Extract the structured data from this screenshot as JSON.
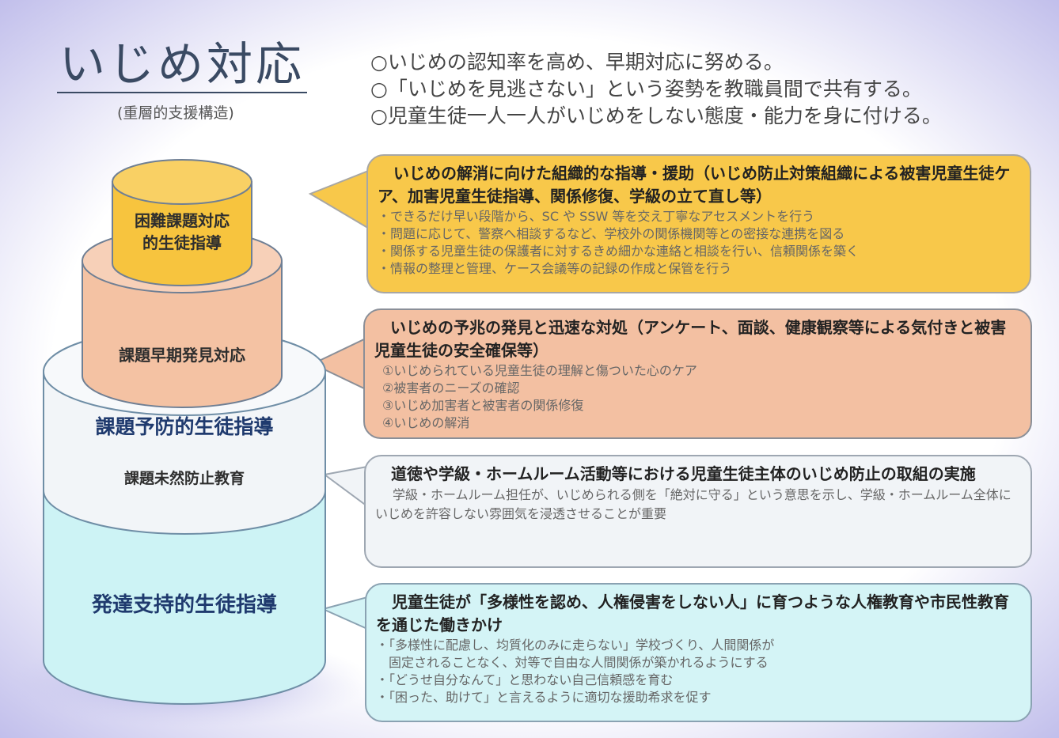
{
  "header": {
    "title": "いじめ対応",
    "subtitle": "(重層的支援構造)",
    "goals": [
      "○いじめの認知率を高め、早期対応に努める。",
      "○「いじめを見逃さない」という姿勢を教職員間で共有する。",
      "○児童生徒一人一人がいじめをしない態度・能力を身に付ける。"
    ]
  },
  "tiers": {
    "top": {
      "label_line1": "困難課題対応",
      "label_line2": "的生徒指導",
      "color": "#f7c43e"
    },
    "second": {
      "label": "課題早期発見対応",
      "color": "#f4c2a3"
    },
    "third": {
      "label": "課題予防的生徒指導",
      "sub_label": "課題未然防止教育",
      "color": "#f2f5f8"
    },
    "base": {
      "label": "発達支持的生徒指導",
      "color": "#cdf3f5"
    }
  },
  "boxes": [
    {
      "head": "いじめの解消に向けた組織的な指導・援助（いじめ防止対策組織による被害児童生徒ケア、加害児童生徒指導、関係修復、学級の立て直し等）",
      "items": [
        "・できるだけ早い段階から、SC や SSW 等を交え丁寧なアセスメントを行う",
        "・問題に応じて、警察へ相談するなど、学校外の関係機関等との密接な連携を図る",
        "・関係する児童生徒の保護者に対するきめ細かな連絡と相談を行い、信頼関係を築く",
        "・情報の整理と管理、ケース会議等の記録の作成と保管を行う"
      ]
    },
    {
      "head": "いじめの予兆の発見と迅速な対処（アンケート、面談、健康観察等による気付きと被害児童生徒の安全確保等）",
      "items": [
        "①いじめられている児童生徒の理解と傷ついた心のケア",
        "②被害者のニーズの確認",
        "③いじめ加害者と被害者の関係修復",
        "④いじめの解消"
      ]
    },
    {
      "head": "道徳や学級・ホームルーム活動等における児童生徒主体のいじめ防止の取組の実施",
      "body": "学級・ホームルーム担任が、いじめられる側を「絶対に守る」という意思を示し、学級・ホームルーム全体にいじめを許容しない雰囲気を浸透させることが重要"
    },
    {
      "head": "児童生徒が「多様性を認め、人権侵害をしない人」に育つような人権教育や市民性教育を通じた働きかけ",
      "items": [
        "・「多様性に配慮し、均質化のみに走らない」学校づくり、人間関係が",
        "　固定されることなく、対等で自由な人間関係が築かれるようにする",
        "・「どうせ自分なんて」と思わない自己信頼感を育む",
        "・「困った、助けて」と言えるように適切な援助希求を促す"
      ]
    }
  ]
}
